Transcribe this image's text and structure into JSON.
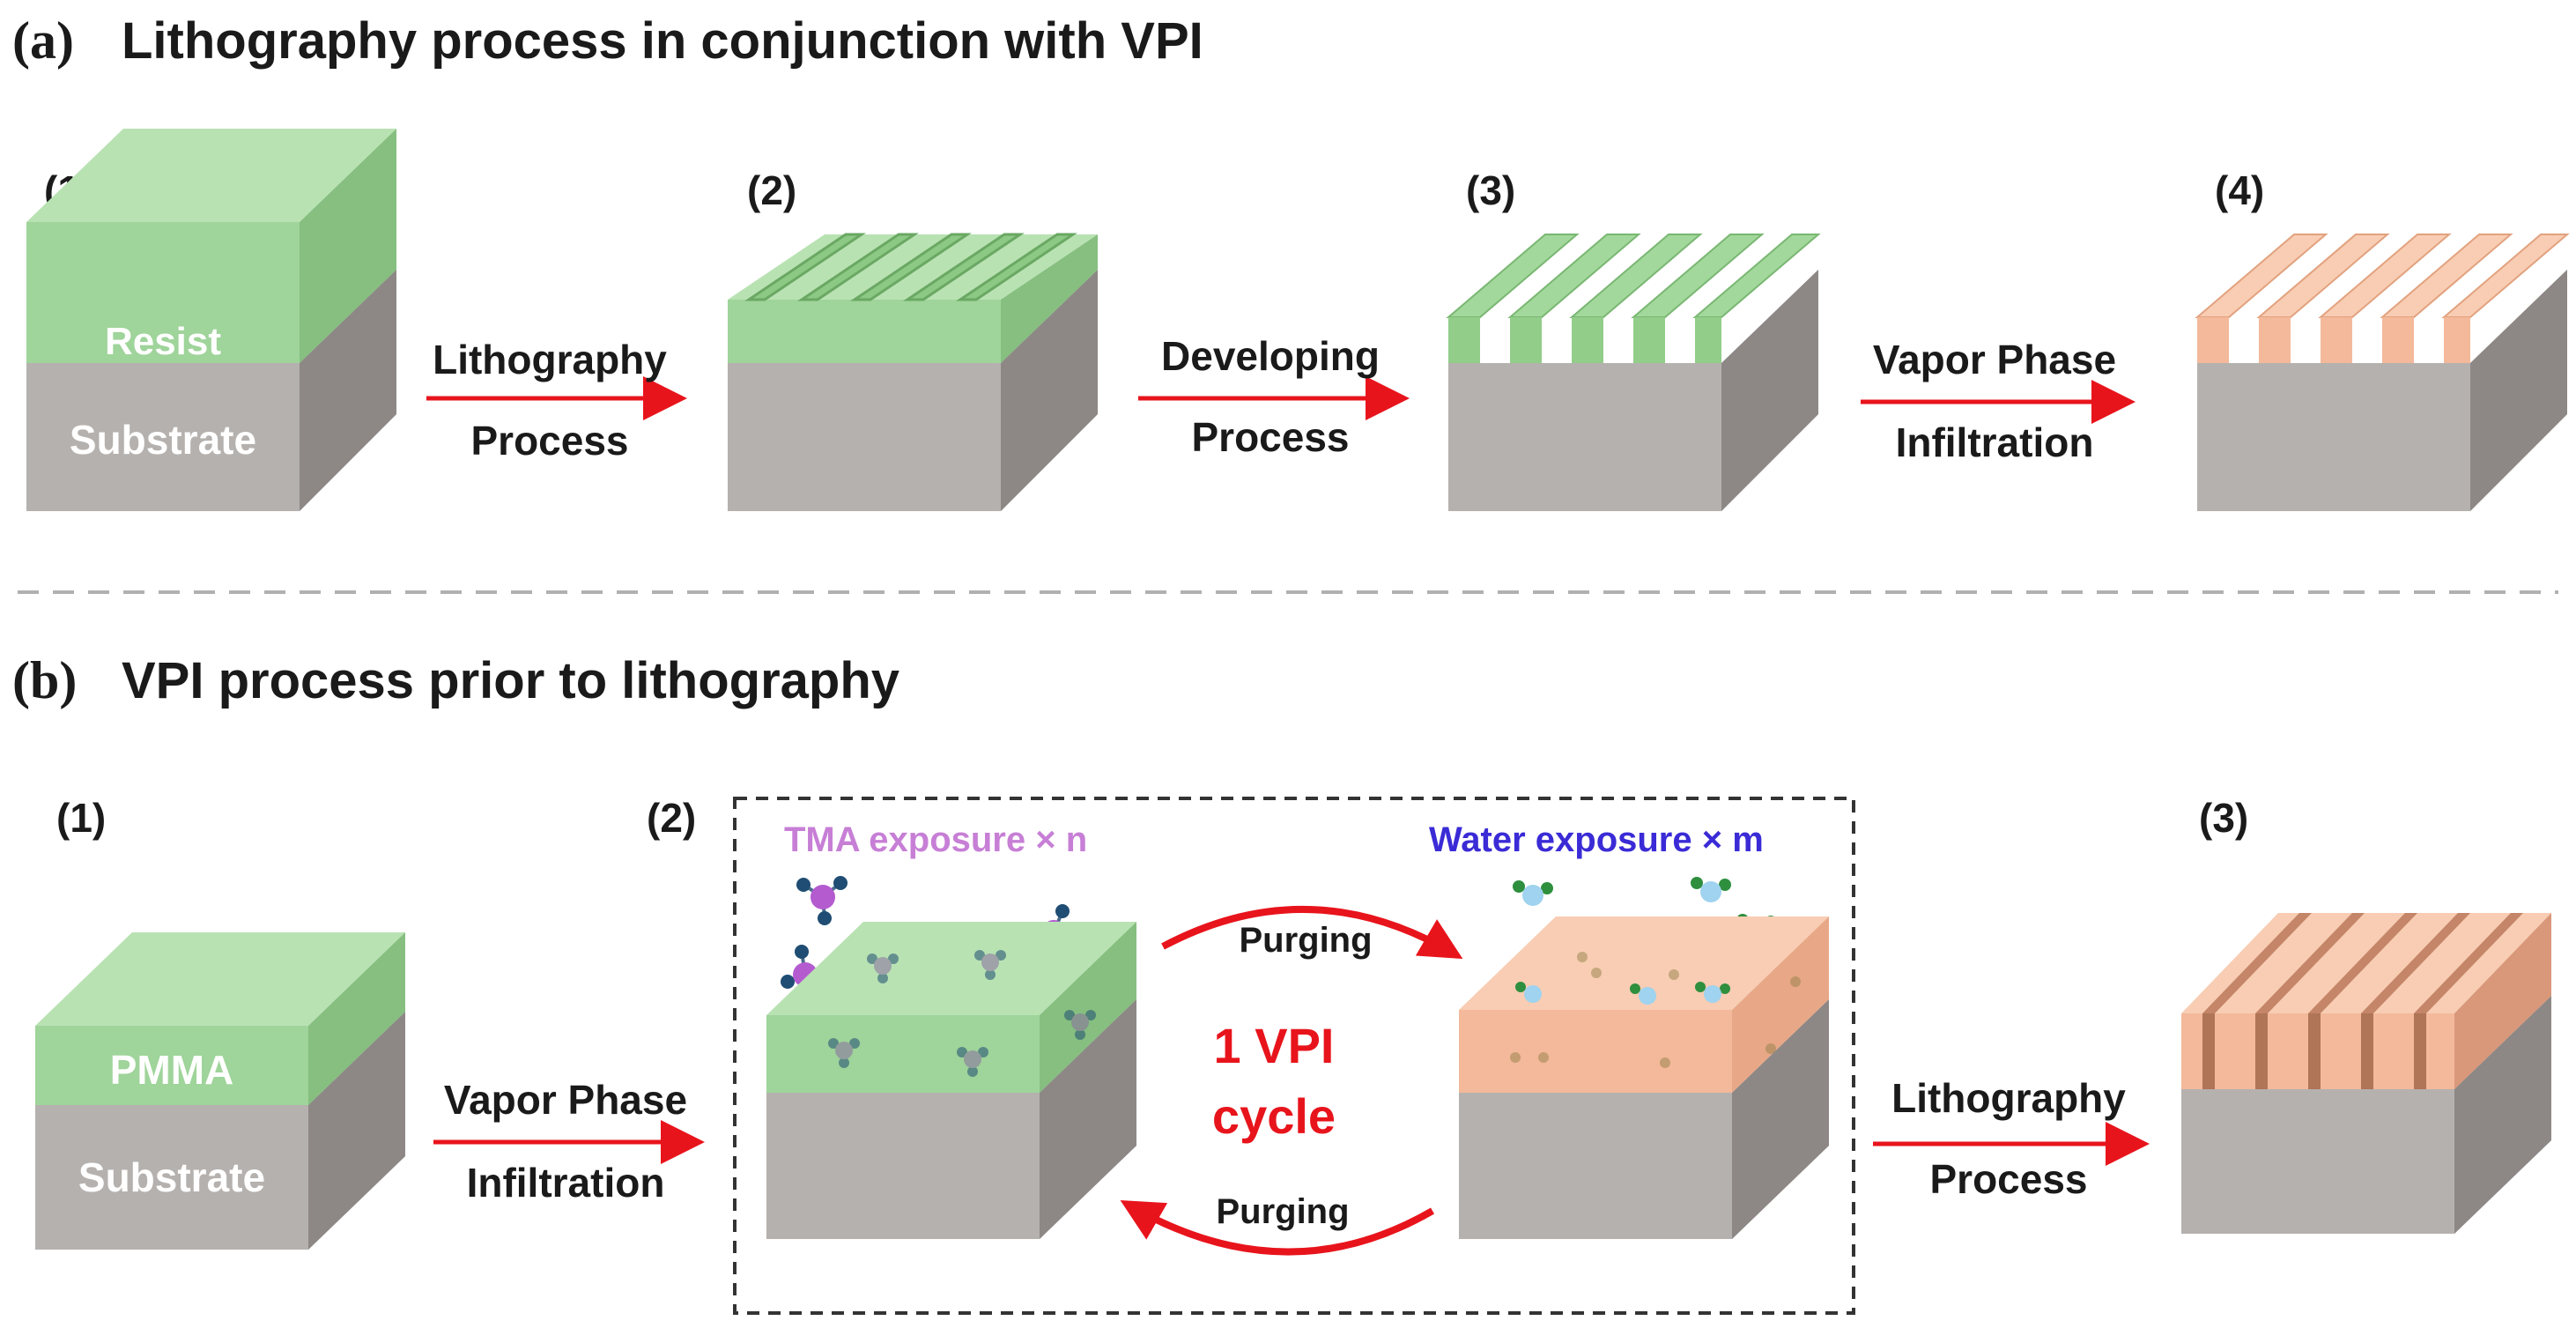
{
  "panel_a": {
    "letter": "(a)",
    "title": "Lithography process in conjunction with VPI",
    "steps": [
      {
        "number": "(1)",
        "top_label": "Resist",
        "bottom_label": "Substrate"
      },
      {
        "number": "(2)"
      },
      {
        "number": "(3)"
      },
      {
        "number": "(4)"
      }
    ],
    "arrows": [
      {
        "line1": "Lithography",
        "line2": "Process"
      },
      {
        "line1": "Developing",
        "line2": "Process"
      },
      {
        "line1": "Vapor Phase",
        "line2": "Infiltration"
      }
    ]
  },
  "panel_b": {
    "letter": "(b)",
    "title": "VPI process prior to lithography",
    "steps": [
      {
        "number": "(1)",
        "top_label": "PMMA",
        "bottom_label": "Substrate"
      },
      {
        "number": "(2)"
      },
      {
        "number": "(3)"
      }
    ],
    "arrows": [
      {
        "line1": "Vapor Phase",
        "line2": "Infiltration"
      },
      {
        "line1": "Lithography",
        "line2": "Process"
      }
    ],
    "cycle": {
      "tma_label": "TMA exposure × n",
      "water_label": "Water exposure × m",
      "purge_top": "Purging",
      "purge_bottom": "Purging",
      "center_line1": "1 VPI",
      "center_line2": "cycle"
    }
  },
  "colors": {
    "substrate_front": "#b5b1ae",
    "substrate_side": "#8d8886",
    "resist_front": "#9fd49a",
    "resist_top": "#b9e2b3",
    "infiltrated_front": "#f3b99a",
    "infiltrated_top": "#f8cdb3",
    "arrow": "#e8141c",
    "tma_text": "#c77fd6",
    "water_text": "#3a2bd6",
    "cycle_text": "#e8141c"
  }
}
